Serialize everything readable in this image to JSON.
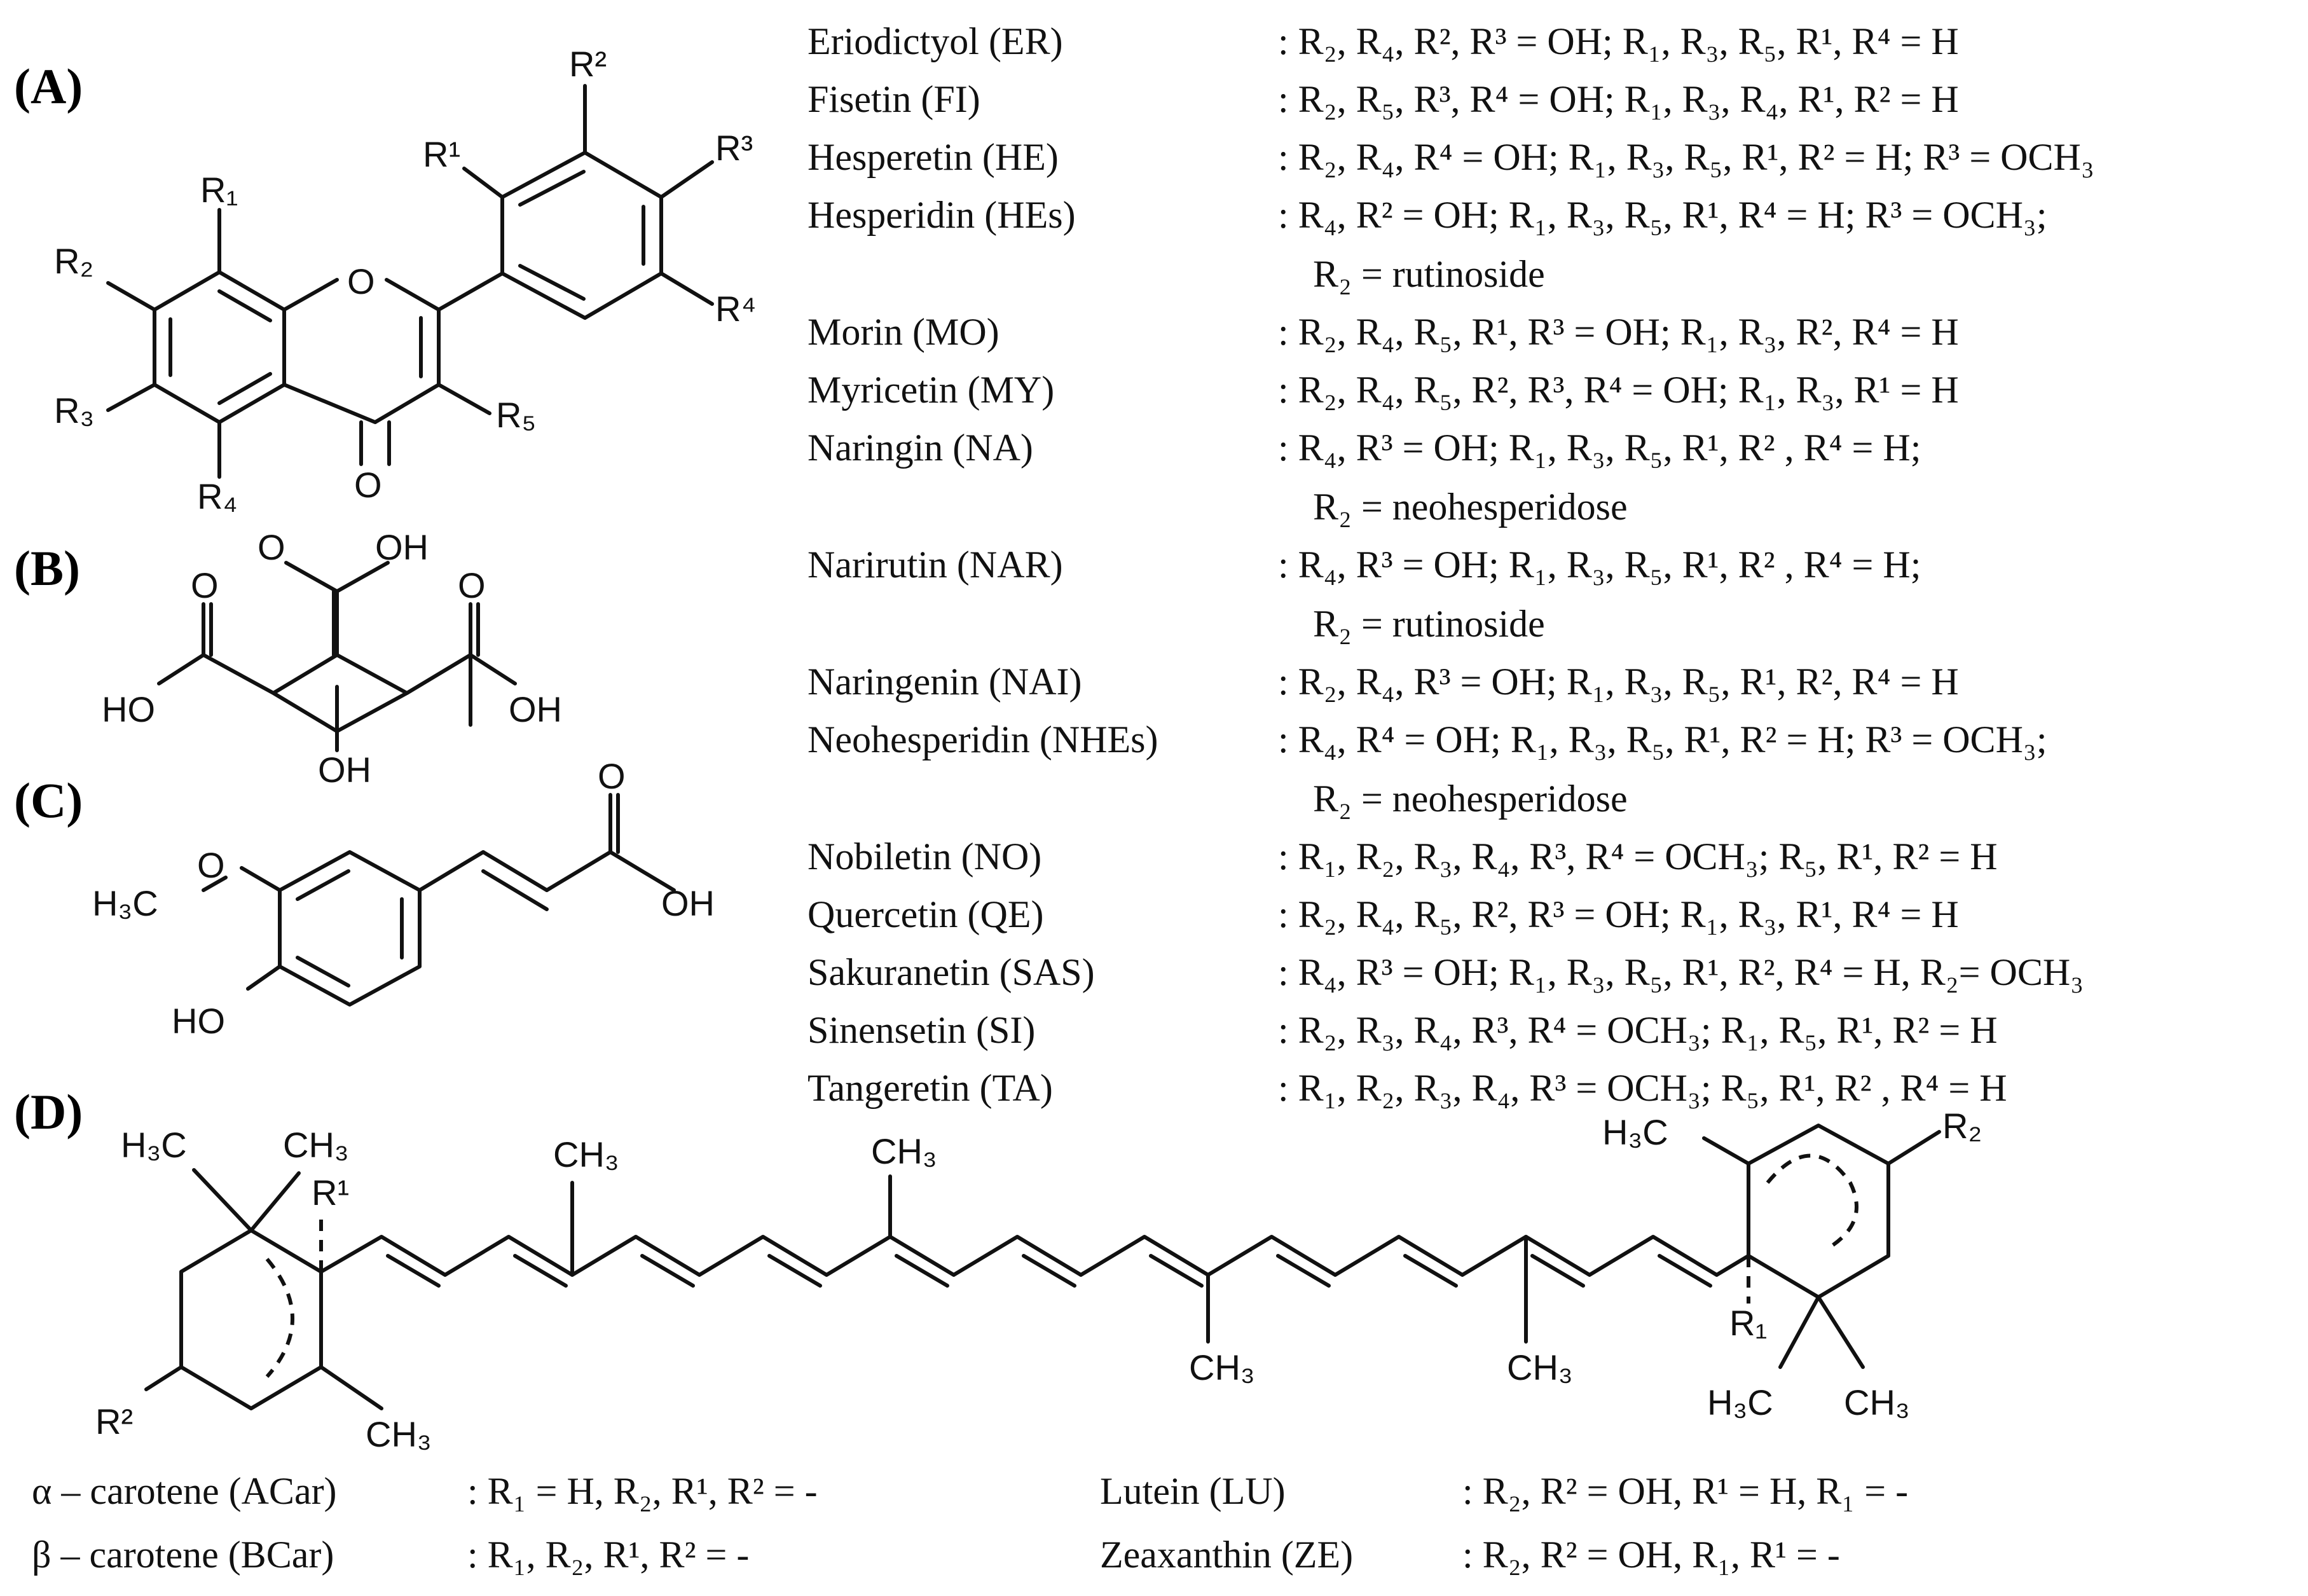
{
  "panels": {
    "A": "(A)",
    "B": "(B)",
    "C": "(C)",
    "D": "(D)"
  },
  "flavonoids": [
    {
      "name": "Eriodictyol (ER)",
      "subst": ": R₂, R₄, R², R³ = OH; R₁, R₃, R₅, R¹,  R⁴ = H"
    },
    {
      "name": "Fisetin (FI)",
      "subst": ": R₂, R₅, R³, R⁴ = OH; R₁, R₃, R₄, R¹, R² = H"
    },
    {
      "name": "Hesperetin (HE)",
      "subst": ": R₂, R₄, R⁴ = OH; R₁, R₃, R₅, R¹, R² = H; R³ = OCH₃"
    },
    {
      "name": "Hesperidin (HEs)",
      "subst": ": R₄, R² = OH; R₁, R₃, R₅, R¹, R⁴ = H; R³ = OCH₃;",
      "subst2": "R₂ = rutinoside"
    },
    {
      "name": "Morin (MO)",
      "subst": ": R₂, R₄, R₅, R¹, R³ = OH; R₁, R₃, R²,  R⁴ = H"
    },
    {
      "name": "Myricetin (MY)",
      "subst": ": R₂, R₄, R₅, R², R³, R⁴ = OH; R₁, R₃, R¹ = H"
    },
    {
      "name": "Naringin (NA)",
      "subst": ": R₄, R³ = OH; R₁, R₃, R₅, R¹, R² , R⁴ = H;",
      "subst2": "R₂ = neohesperidose"
    },
    {
      "name": "Narirutin (NAR)",
      "subst": ": R₄, R³ = OH; R₁, R₃, R₅, R¹, R² , R⁴ = H;",
      "subst2": "R₂ =  rutinoside"
    },
    {
      "name": "Naringenin (NAI)",
      "subst": ": R₂, R₄, R³ = OH; R₁, R₃, R₅, R¹, R², R⁴ = H"
    },
    {
      "name": "Neohesperidin (NHEs)",
      "subst": ": R₄, R⁴ = OH; R₁, R₃, R₅, R¹, R² = H; R³ = OCH₃;",
      "subst2": "R₂ = neohesperidose"
    },
    {
      "name": "Nobiletin (NO)",
      "subst": ": R₁, R₂, R₃, R₄, R³, R⁴ = OCH₃; R₅, R¹, R² = H"
    },
    {
      "name": "Quercetin (QE)",
      "subst": ": R₂, R₄, R₅, R², R³ = OH; R₁, R₃, R¹, R⁴ = H"
    },
    {
      "name": "Sakuranetin (SAS)",
      "subst": ": R₄, R³ = OH; R₁, R₃, R₅, R¹, R², R⁴ = H, R₂= OCH₃"
    },
    {
      "name": "Sinensetin (SI)",
      "subst": ": R₂, R₃, R₄, R³, R⁴ = OCH₃; R₁, R₅, R¹,  R² = H"
    },
    {
      "name": "Tangeretin (TA)",
      "subst": ": R₁, R₂, R₃, R₄, R³ = OCH₃; R₅, R¹, R² , R⁴ = H"
    }
  ],
  "carotenoids": [
    {
      "name": "α – carotene (ACar)",
      "subst": ": R₁ = H, R₂, R¹, R² = -"
    },
    {
      "name": "β – carotene (BCar)",
      "subst": ": R₁, R₂, R¹, R² = -"
    },
    {
      "name": "Lutein (LU)",
      "subst": ": R₂, R² = OH, R¹ = H, R₁ = -"
    },
    {
      "name": "Zeaxanthin (ZE)",
      "subst": ": R₂, R² = OH, R₁, R¹ = -"
    }
  ],
  "atoms": {
    "O": "O",
    "OH": "OH",
    "HO": "HO",
    "H3C": "H₃C",
    "CH3": "CH₃",
    "R1": "R₁",
    "R2": "R₂",
    "R3": "R₃",
    "R4": "R₄",
    "R5": "R₅",
    "Rs1": "R¹",
    "Rs2": "R²",
    "Rs3": "R³",
    "Rs4": "R⁴"
  }
}
